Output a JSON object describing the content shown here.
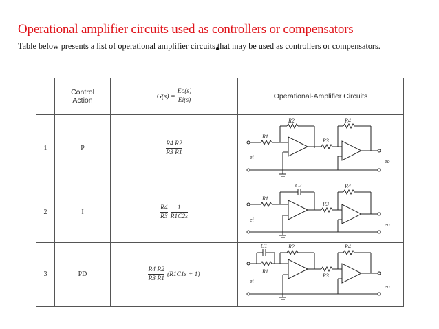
{
  "title": "Operational amplifier circuits used as controllers or  compensators",
  "intro": "Table below presents a list of operational amplifier circuits that may be used as controllers or compensators.",
  "table": {
    "headers": {
      "control_action_line1": "Control",
      "control_action_line2": "Action",
      "gs_lhs": "G(s) =",
      "gs_num": "Eo(s)",
      "gs_den": "Ei(s)",
      "circuits": "Operational-Amplifier Circuits"
    },
    "rows": [
      {
        "no": "1",
        "action": "P",
        "num": "R4 R2",
        "den": "R3 R1",
        "extra": "",
        "labels": {
          "r1": "R1",
          "r2": "R2",
          "r3": "R3",
          "r4": "R4",
          "ei": "ei",
          "eo": "eo"
        }
      },
      {
        "no": "2",
        "action": "I",
        "num1": "R4",
        "num2": "1",
        "den1": "R3",
        "den2": "R1C2s",
        "labels": {
          "r1": "R1",
          "c2": "C2",
          "r3": "R3",
          "r4": "R4",
          "ei": "ei",
          "eo": "eo"
        }
      },
      {
        "no": "3",
        "action": "PD",
        "num": "R4 R2",
        "den": "R3 R1",
        "extra": "(R1C1s + 1)",
        "labels": {
          "c1": "C1",
          "r1": "R1",
          "r2": "R2",
          "r3": "R3",
          "r4": "R4",
          "ei": "ei",
          "eo": "eo"
        }
      }
    ]
  }
}
